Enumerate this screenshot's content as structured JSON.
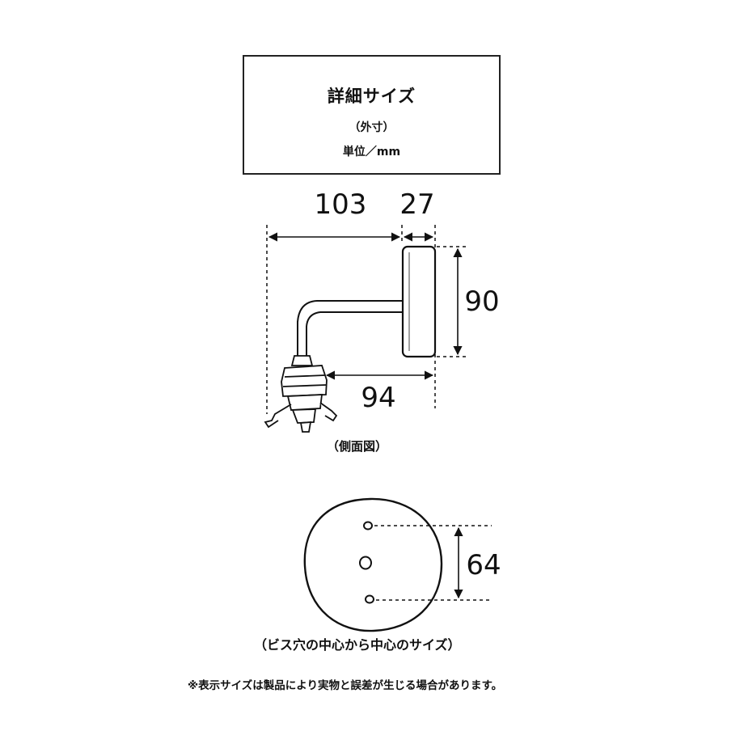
{
  "header": {
    "title": "詳細サイズ",
    "subtitle": "（外寸）",
    "unit": "単位／mm"
  },
  "side_view": {
    "dim_arm_length": "103",
    "dim_base_depth": "27",
    "dim_base_height": "90",
    "dim_socket_to_wall": "94",
    "caption": "（側面図）"
  },
  "base_plate": {
    "dim_screw_spacing": "64",
    "caption": "（ビス穴の中心から中心のサイズ）"
  },
  "footnote": "※表示サイズは製品により実物と誤差が生じる場合があります。"
}
